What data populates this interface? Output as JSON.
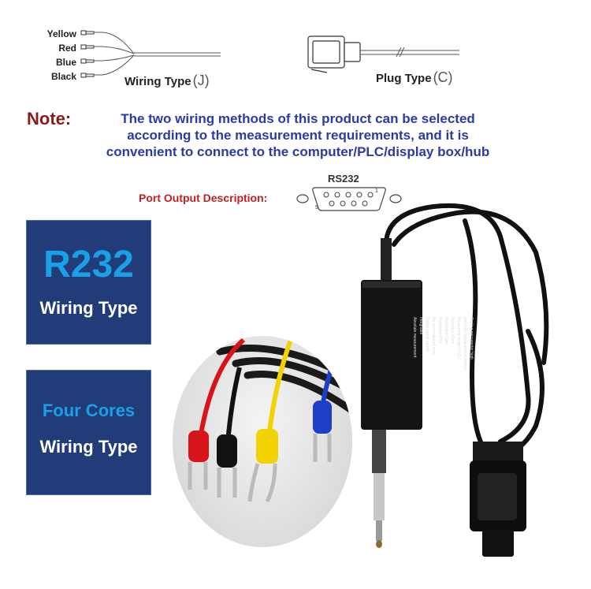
{
  "wiring_diagram": {
    "wire_labels": [
      "Yellow",
      "Red",
      "Blue",
      "Black"
    ],
    "wiring_caption": "Wiring Type",
    "wiring_code": "(J)",
    "plug_caption": "Plug Type",
    "plug_code": "(C)"
  },
  "note": {
    "label": "Note:",
    "line1": "The two wiring methods of this product can be selected",
    "line2": "according to the measurement requirements, and it is",
    "line3": "convenient to connect to the computer/PLC/display box/hub"
  },
  "port": {
    "label": "Port Output Description:",
    "connector_label": "RS232",
    "pin_first": "1",
    "pin_last": "9"
  },
  "boxes": {
    "r232": {
      "title": "R232",
      "subtitle": "Wiring Type"
    },
    "four_cores": {
      "title": "Four Cores",
      "subtitle": "Wiring Type"
    }
  },
  "device_label": {
    "lines": [
      "Grating micrometer high",
      "precision displacement sensor",
      "Measuring range:0~12.7",
      "Accuracy:±3um",
      "Resolution:1um",
      "Protection:IP54",
      "No accumulated error",
      "Digital signal output",
      "Integrable",
      "Absolute measurement"
    ]
  },
  "colors": {
    "note_label": "#8b1a1a",
    "note_text": "#2b3aa8",
    "port_label": "#c81e1e",
    "box_bg": "#213c79",
    "box_title": "#1aa0e8",
    "wire_red": "#d8141b",
    "wire_yellow": "#f2d200",
    "wire_blue": "#1d3fc8",
    "wire_black": "#111111"
  }
}
